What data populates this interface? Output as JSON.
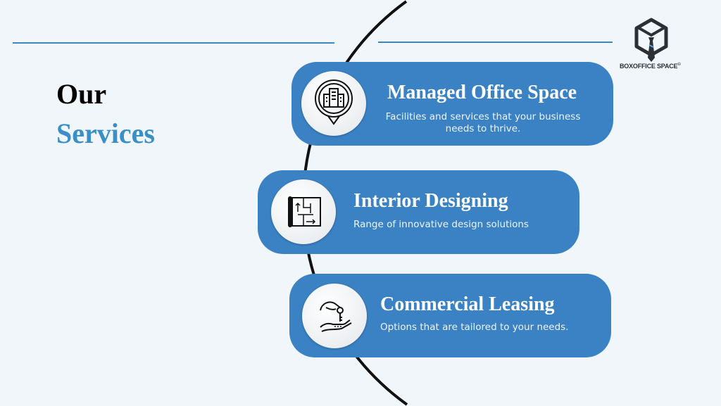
{
  "heading": {
    "line1": "Our",
    "line2": "Services"
  },
  "brand": {
    "name": "BOXOFFICE SPACE",
    "mark": "©"
  },
  "colors": {
    "accent": "#3b82c4",
    "heading_blue": "#3a8fc7",
    "background": "#f1f6fa"
  },
  "services": [
    {
      "title": "Managed Office Space",
      "description": "Facilities and services that your business needs to thrive.",
      "icon": "office-building-pin-icon"
    },
    {
      "title": "Interior Designing",
      "description": "Range of innovative design solutions",
      "icon": "floor-plan-icon"
    },
    {
      "title": "Commercial Leasing",
      "description": "Options that are tailored to your needs.",
      "icon": "key-handover-icon"
    }
  ]
}
